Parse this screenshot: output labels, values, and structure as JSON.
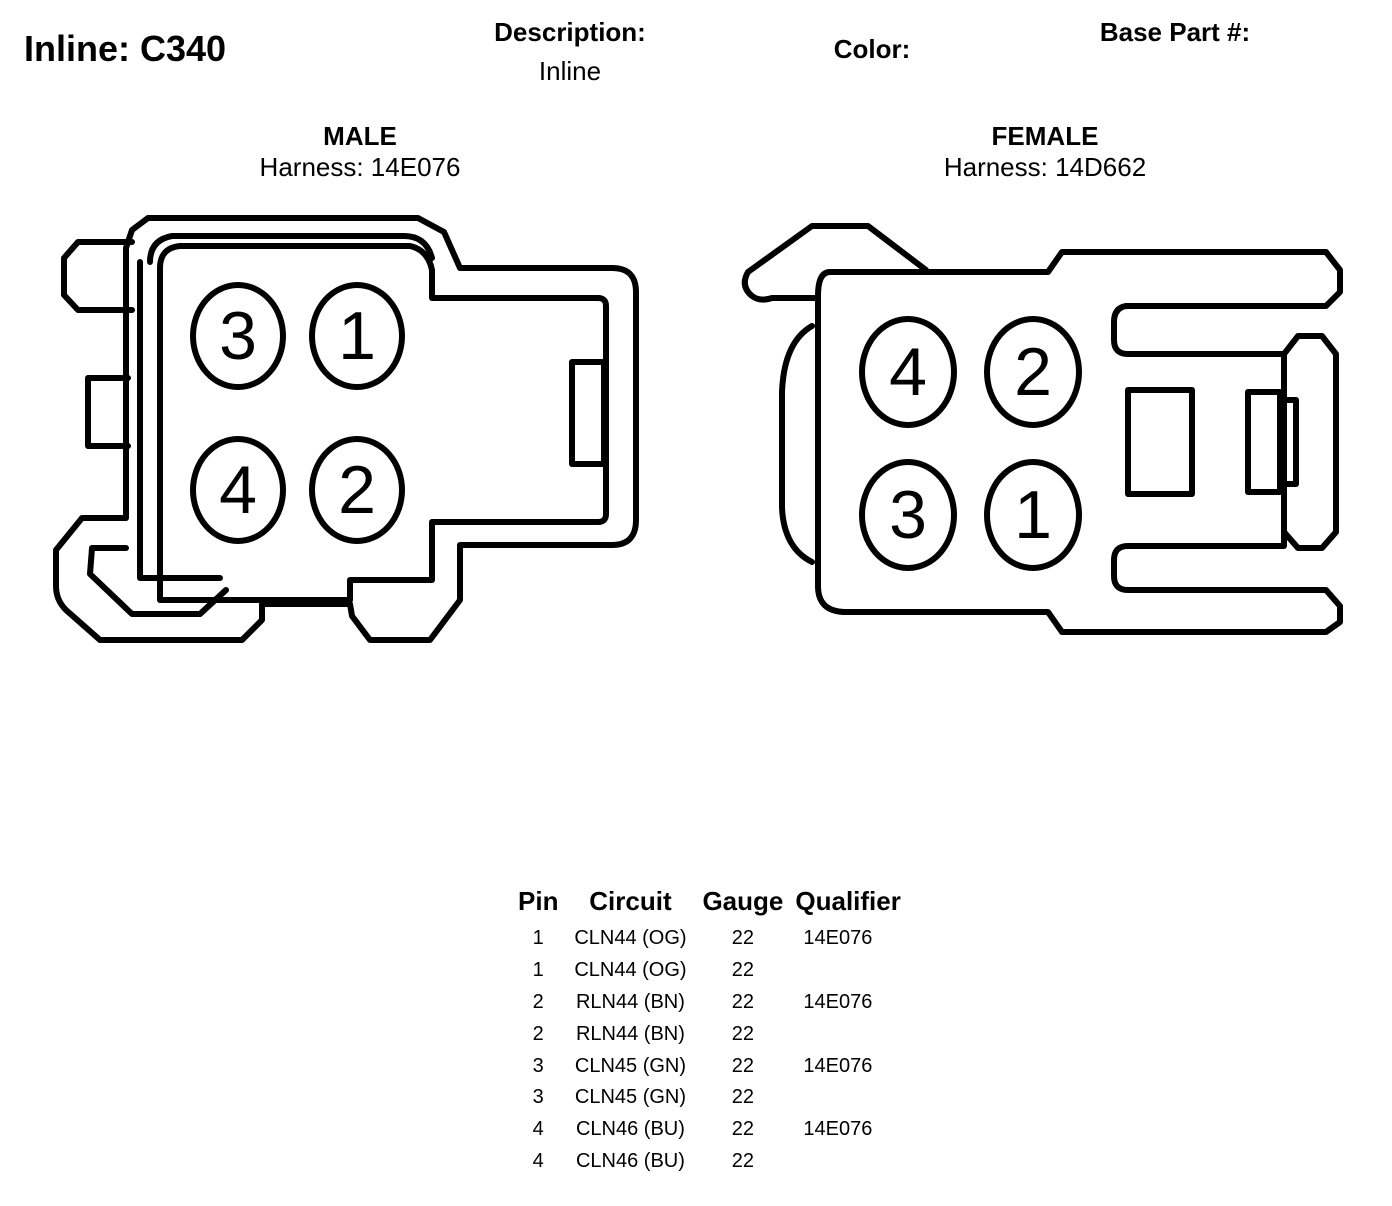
{
  "header": {
    "title": "Inline: C340",
    "description_label": "Description:",
    "description_value": "Inline",
    "color_label": "Color:",
    "base_part_label": "Base Part #:"
  },
  "male": {
    "title": "MALE",
    "harness": "Harness: 14E076",
    "pins": [
      "3",
      "1",
      "4",
      "2"
    ]
  },
  "female": {
    "title": "FEMALE",
    "harness": "Harness: 14D662",
    "pins": [
      "4",
      "2",
      "3",
      "1"
    ]
  },
  "table": {
    "headers": [
      "Pin",
      "Circuit",
      "Gauge",
      "Qualifier"
    ],
    "rows": [
      {
        "pin": "1",
        "circuit": "CLN44 (OG)",
        "gauge": "22",
        "qualifier": "14E076"
      },
      {
        "pin": "1",
        "circuit": "CLN44 (OG)",
        "gauge": "22",
        "qualifier": ""
      },
      {
        "pin": "2",
        "circuit": "RLN44 (BN)",
        "gauge": "22",
        "qualifier": "14E076"
      },
      {
        "pin": "2",
        "circuit": "RLN44 (BN)",
        "gauge": "22",
        "qualifier": ""
      },
      {
        "pin": "3",
        "circuit": "CLN45 (GN)",
        "gauge": "22",
        "qualifier": "14E076"
      },
      {
        "pin": "3",
        "circuit": "CLN45 (GN)",
        "gauge": "22",
        "qualifier": ""
      },
      {
        "pin": "4",
        "circuit": "CLN46 (BU)",
        "gauge": "22",
        "qualifier": "14E076"
      },
      {
        "pin": "4",
        "circuit": "CLN46 (BU)",
        "gauge": "22",
        "qualifier": ""
      }
    ]
  }
}
